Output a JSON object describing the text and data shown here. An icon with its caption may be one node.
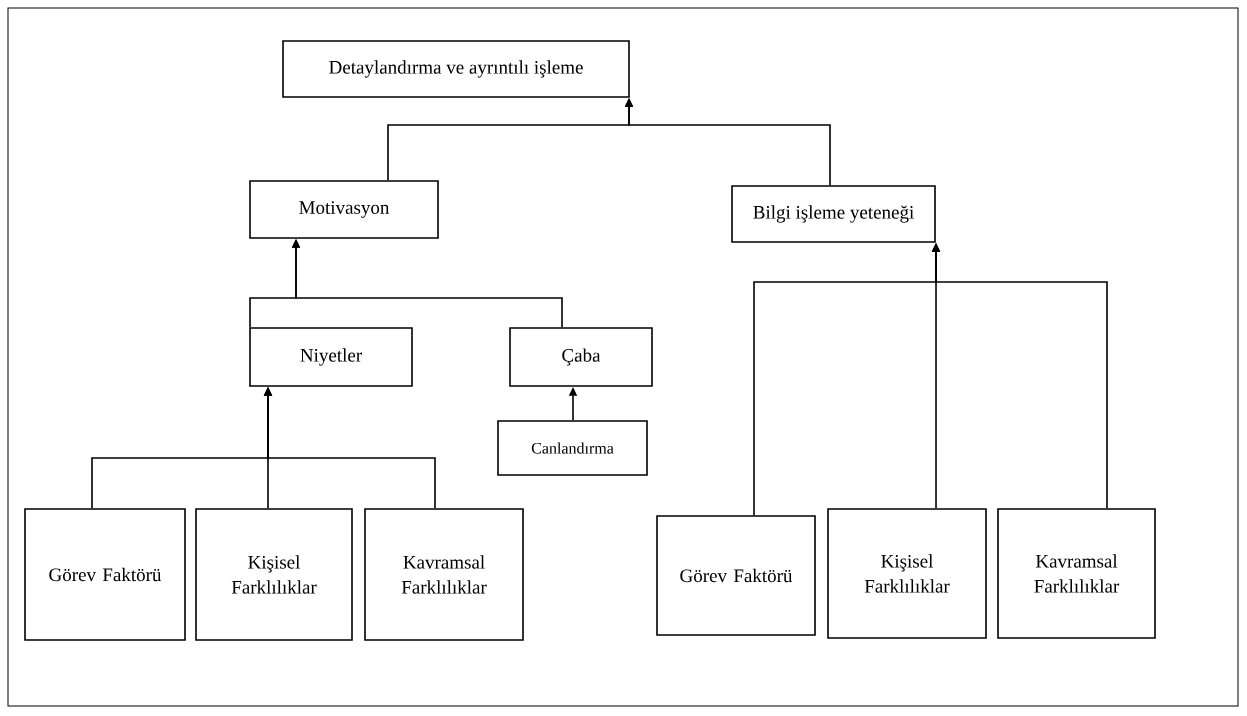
{
  "diagram": {
    "nodes": [
      {
        "text": [
          "Detaylandırma ve ayrıntılı işleme"
        ]
      },
      {
        "text": [
          "Motivasyon"
        ]
      },
      {
        "text": [
          "Bilgi işleme yeteneği"
        ]
      },
      {
        "text": [
          "Niyetler"
        ]
      },
      {
        "text": [
          "Çaba"
        ]
      },
      {
        "text": [
          "Canlandırma"
        ]
      },
      {
        "text": [
          "Görev Faktörü"
        ]
      },
      {
        "text": [
          "Kişisel Farklılıklar"
        ]
      },
      {
        "text": [
          "Kavramsal Farklılıklar"
        ]
      },
      {
        "text": [
          "Görev Faktörü"
        ]
      },
      {
        "text": [
          "Kişisel Farklılıklar"
        ]
      },
      {
        "text": [
          "Kavramsal Farklılıklar"
        ]
      }
    ],
    "edges": [
      {
        "from": 1,
        "to": 0,
        "arrow": "to"
      },
      {
        "from": 2,
        "to": 0,
        "arrow": "to"
      },
      {
        "from": 3,
        "to": 1,
        "arrow": "to"
      },
      {
        "from": 4,
        "to": 1,
        "arrow": "to"
      },
      {
        "from": 5,
        "to": 4,
        "arrow": "to"
      },
      {
        "from": 6,
        "to": 3,
        "arrow": "to"
      },
      {
        "from": 7,
        "to": 3,
        "arrow": "to"
      },
      {
        "from": 8,
        "to": 3,
        "arrow": "to"
      },
      {
        "from": 9,
        "to": 2,
        "arrow": "to"
      },
      {
        "from": 10,
        "to": 2,
        "arrow": "to"
      },
      {
        "from": 11,
        "to": 2,
        "arrow": "to"
      }
    ]
  }
}
